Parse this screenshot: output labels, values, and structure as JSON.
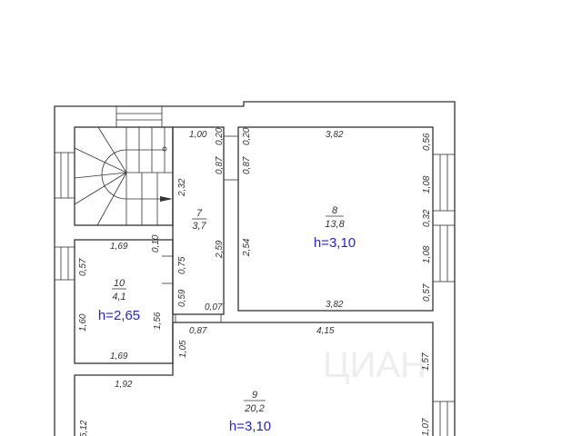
{
  "watermark": "ЦИАН",
  "rooms": {
    "r7": {
      "number": "7",
      "area": "3,7"
    },
    "r8": {
      "number": "8",
      "area": "13,8",
      "height": "h=3,10"
    },
    "r9": {
      "number": "9",
      "area": "20,2",
      "height": "h=3,10"
    },
    "r10": {
      "number": "10",
      "area": "4,1",
      "height": "h=2,65"
    }
  },
  "dimensions": {
    "c7_top": "1,00",
    "c7_a": "0,20",
    "c7_b": "0,87",
    "c7_c": "2,32",
    "c7_d": "2,59",
    "c7_e": "0,07",
    "r8_top": "3,82",
    "r8_bottom": "3,82",
    "r8_l1": "0,20",
    "r8_l2": "0,87",
    "r8_l3": "2,54",
    "r8_r1": "0,56",
    "r8_r2": "1,08",
    "r8_r3": "0,32",
    "r8_r4": "1,08",
    "r8_r5": "0,57",
    "r10_top": "1,69",
    "r10_bottom": "1,69",
    "r10_l1": "0,57",
    "r10_l2": "1,60",
    "r10_r1": "0,10",
    "r10_r2": "0,75",
    "r10_r3": "0,59",
    "r10_r4": "1,56",
    "r9_a": "0,87",
    "r9_b": "4,15",
    "r9_c": "1,05",
    "r9_d": "1,92",
    "r9_e": "1,57",
    "r9_f": "5,12",
    "r9_g": "1,07"
  }
}
